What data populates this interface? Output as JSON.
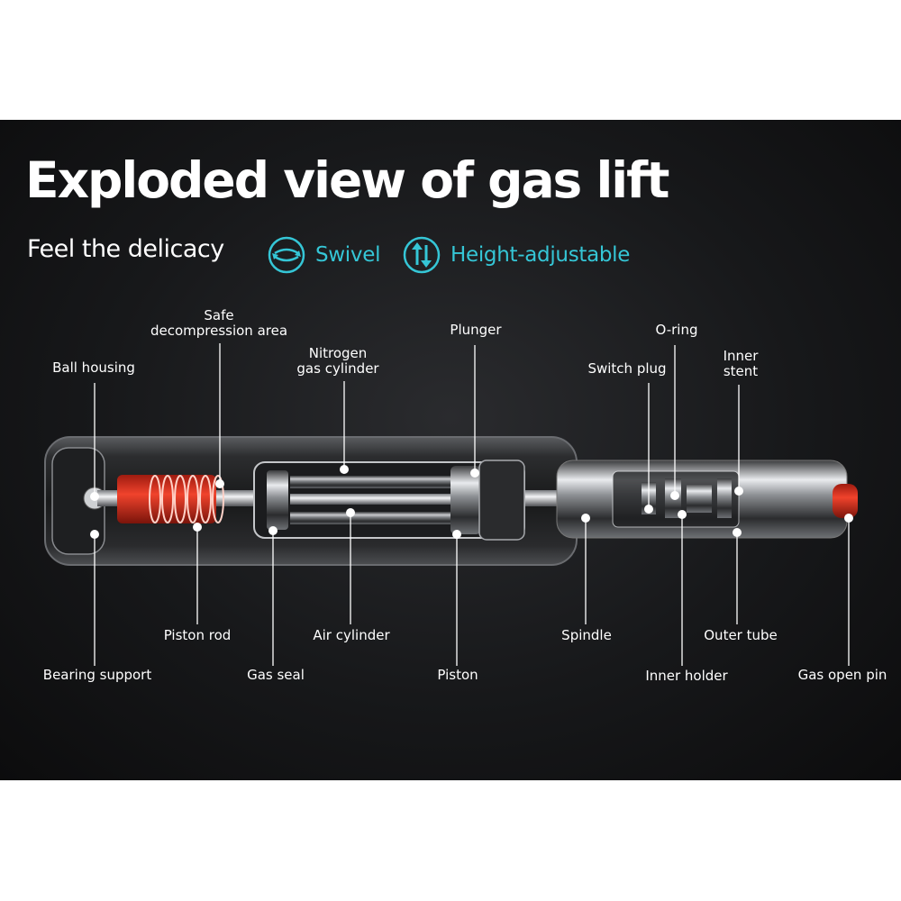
{
  "title": "Exploded view of gas lift",
  "tagline": "Feel the delicacy",
  "features": [
    {
      "label": "Swivel",
      "icon": "swivel-icon"
    },
    {
      "label": "Height-adjustable",
      "icon": "height-adjust-icon"
    }
  ],
  "accent_color": "#35c6d6",
  "highlight_color": "#e8301c",
  "labels": {
    "ball_housing": "Ball housing",
    "safe_decompression_1": "Safe",
    "safe_decompression_2": "decompression area",
    "nitrogen_1": "Nitrogen",
    "nitrogen_2": "gas cylinder",
    "plunger": "Plunger",
    "o_ring": "O-ring",
    "switch_plug": "Switch plug",
    "inner_stent_1": "Inner",
    "inner_stent_2": "stent",
    "piston_rod": "Piston rod",
    "air_cylinder": "Air cylinder",
    "spindle": "Spindle",
    "outer_tube": "Outer tube",
    "bearing_support": "Bearing support",
    "gas_seal": "Gas seal",
    "piston": "Piston",
    "inner_holder": "Inner holder",
    "gas_open_pin": "Gas open pin"
  }
}
